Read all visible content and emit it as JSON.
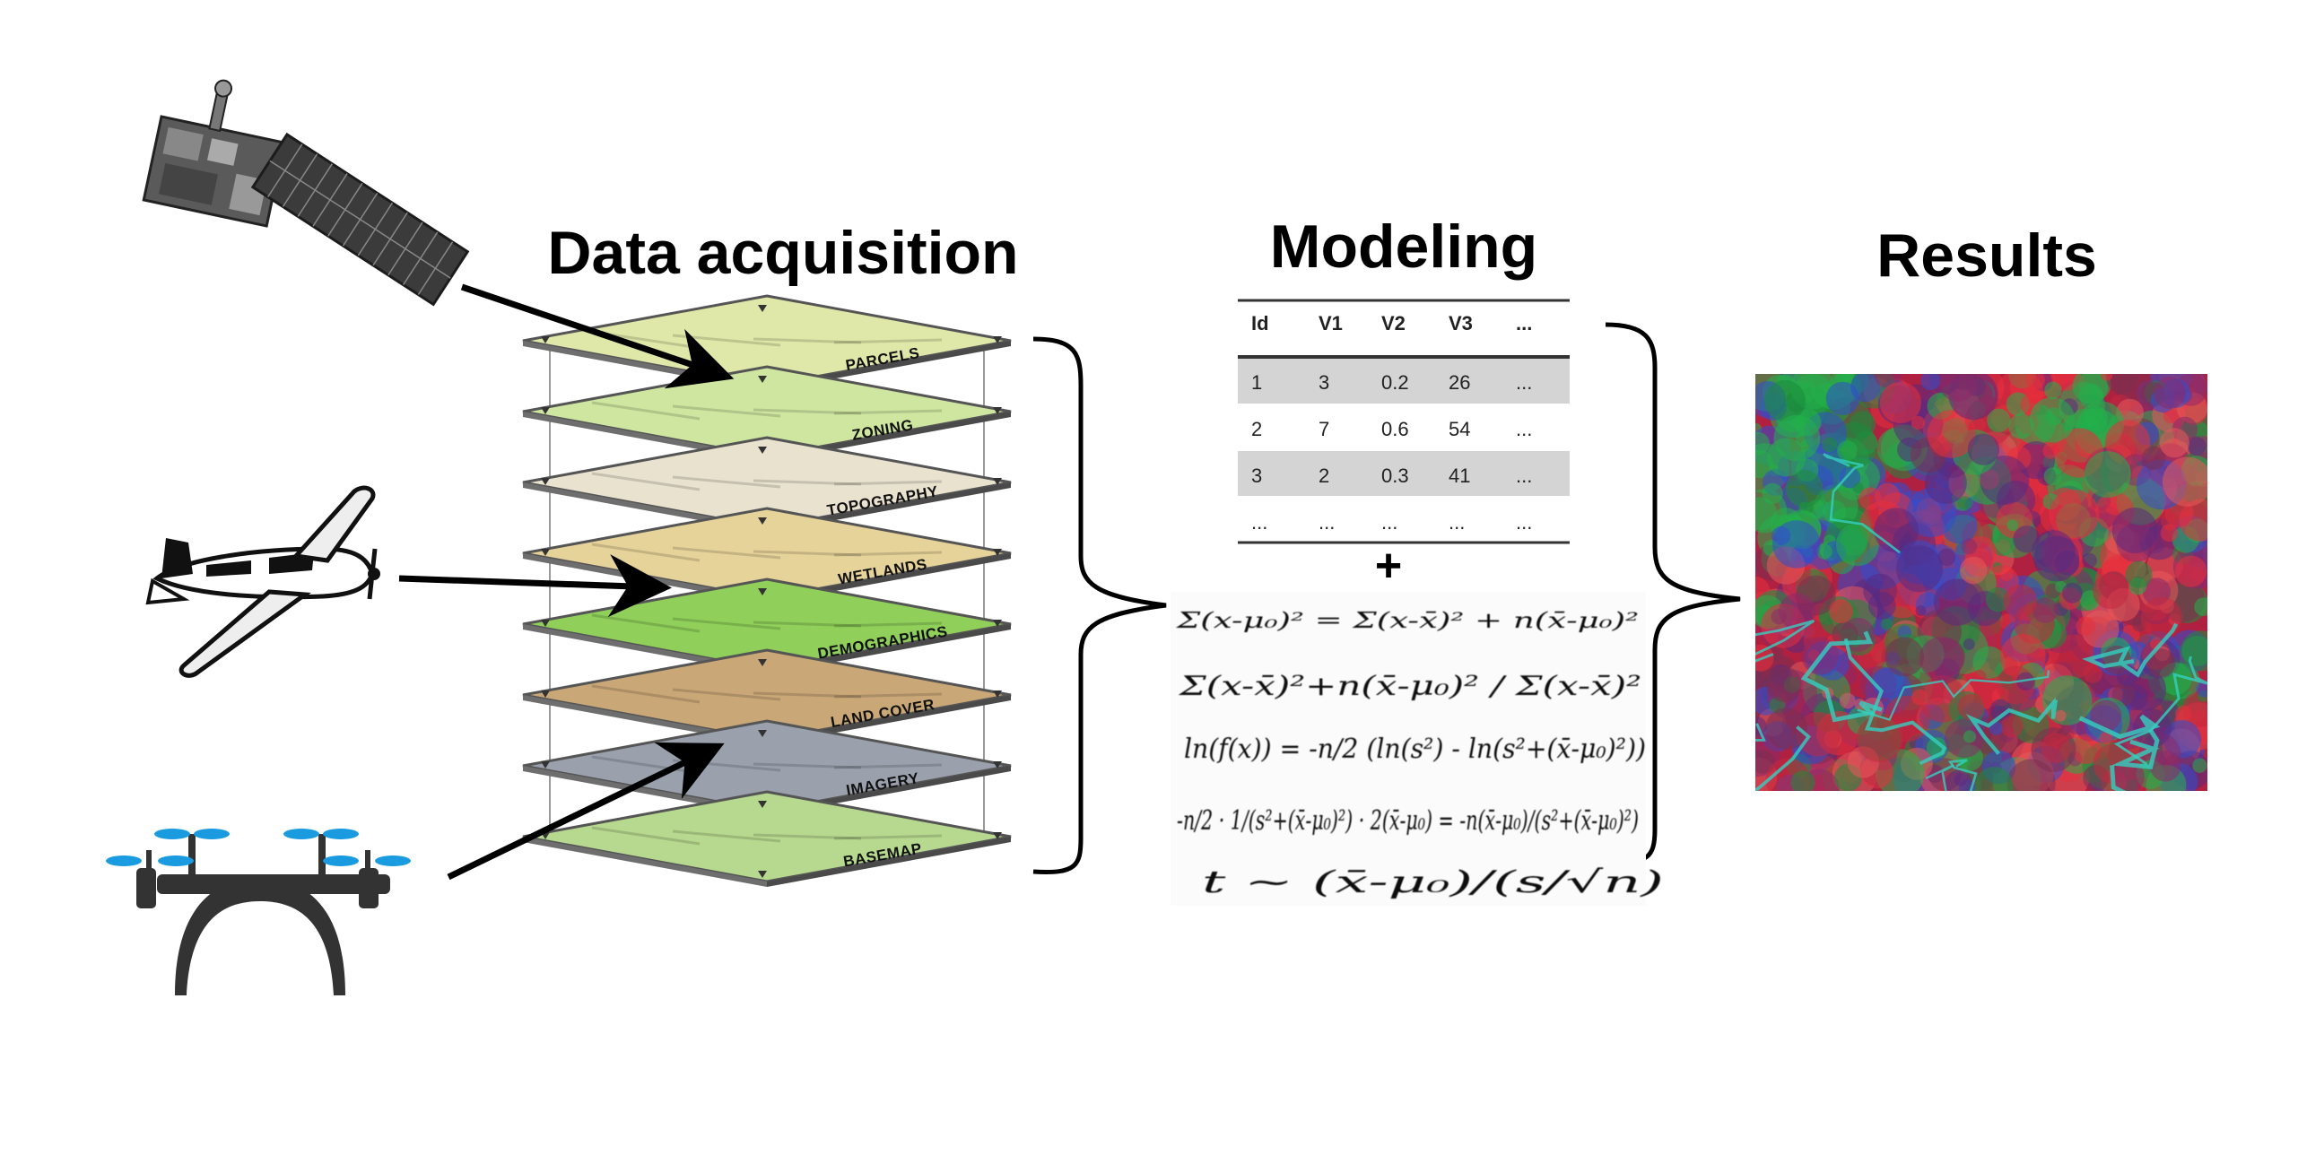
{
  "titles": {
    "data_acquisition": "Data acquisition",
    "modeling": "Modeling",
    "results": "Results"
  },
  "sources": [
    {
      "name": "satellite",
      "icon": "satellite-icon"
    },
    {
      "name": "airplane",
      "icon": "airplane-icon"
    },
    {
      "name": "drone",
      "icon": "drone-icon"
    }
  ],
  "layers": [
    {
      "label": "PARCELS",
      "color": "#dfe8a8"
    },
    {
      "label": "ZONING",
      "color": "#cfe6a0"
    },
    {
      "label": "TOPOGRAPHY",
      "color": "#e9e2cf"
    },
    {
      "label": "WETLANDS",
      "color": "#e6d39a"
    },
    {
      "label": "DEMOGRAPHICS",
      "color": "#8fcf5a"
    },
    {
      "label": "LAND COVER",
      "color": "#c9a777"
    },
    {
      "label": "IMAGERY",
      "color": "#9aa1ad"
    },
    {
      "label": "BASEMAP",
      "color": "#b7d98f"
    }
  ],
  "table": {
    "headers": [
      "Id",
      "V1",
      "V2",
      "V3",
      "..."
    ],
    "rows": [
      [
        "1",
        "3",
        "0.2",
        "26",
        "..."
      ],
      [
        "2",
        "7",
        "0.6",
        "54",
        "..."
      ],
      [
        "3",
        "2",
        "0.3",
        "41",
        "..."
      ],
      [
        "...",
        "...",
        "...",
        "...",
        "..."
      ]
    ],
    "shaded_row_color": "#d4d4d4"
  },
  "plus": "+",
  "equations": [
    "Σ(x-μ₀)² = Σ(x-x̄)² + n(x̄-μ₀)²",
    "Σ(x-x̄)²+n(x̄-μ₀)² / Σ(x-x̄)²",
    "ln(f(x)) = -n/2 (ln(s²) - ln(s²+(x̄-μ₀)²))",
    "-n/2 · 1/(s²+(x̄-μ₀)²) · 2(x̄-μ₀) = -n(x̄-μ₀)/(s²+(x̄-μ₀)²)",
    "t ~ (x̄-μ₀)/(s/√n)"
  ],
  "colors": {
    "arrow": "#000000",
    "result_red": "#e8303c",
    "result_green": "#22b04a",
    "result_blue": "#2f4fd0",
    "result_cyan": "#35d0c0"
  }
}
